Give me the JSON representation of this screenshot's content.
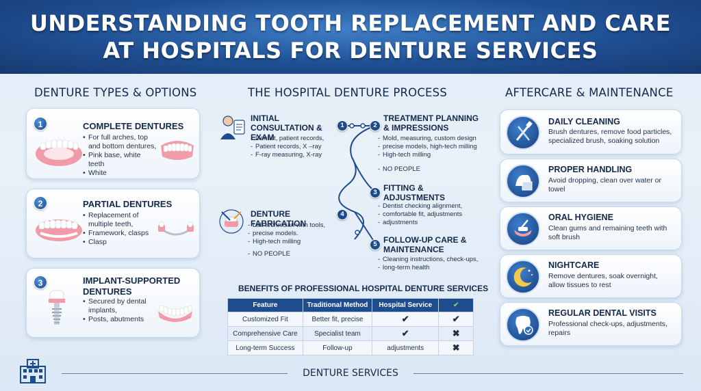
{
  "title": {
    "line1": "UNDERSTANDING TOOTH REPLACEMENT AND CARE",
    "line2": "AT HOSPITALS FOR DENTURE SERVICES"
  },
  "types": {
    "heading": "DENTURE TYPES & OPTIONS",
    "cards": [
      {
        "num": "1",
        "title": "COMPLETE DENTURES",
        "bullets": [
          "For full arches, top and bottom dentures,",
          "Pink base, white teeth",
          "White"
        ]
      },
      {
        "num": "2",
        "title": "PARTIAL DENTURES",
        "bullets": [
          "Replacement of multiple teeth,",
          "Framework, clasps",
          "Clasp"
        ]
      },
      {
        "num": "3",
        "title": "IMPLANT-SUPPORTED DENTURES",
        "bullets": [
          "Secured by dental implants,",
          "Posts, abutments"
        ]
      }
    ]
  },
  "process": {
    "heading": "THE HOSPITAL DENTURE PROCESS",
    "steps": [
      {
        "num": "1",
        "title": "INITIAL CONSULTATION & EXAM",
        "bullets": [
          "Dentist, patient records,",
          "Patient records, X –ray",
          "F-ray measuring, X-ray"
        ]
      },
      {
        "num": "2",
        "title": "TREATMENT PLANNING & IMPRESSIONS",
        "bullets": [
          "Mold, measuring, custom design",
          "precise models, high-tech milling",
          "High-tech milling"
        ],
        "extra": "NO PEOPLE"
      },
      {
        "num": "3",
        "title": "FITTING & ADJUSTMENTS",
        "bullets": [
          "Dentist checking alignment,",
          "comfortable fit, adjustments",
          "adjustments"
        ]
      },
      {
        "num": "4",
        "title": "DENTURE FABRICATION",
        "bullets": [
          "Lab technician with tools,",
          "precise models.",
          "High-tech milling"
        ],
        "extra": "NO PEOPLE"
      },
      {
        "num": "5",
        "title": "FOLLOW-UP CARE & MAINTENANCE",
        "bullets": [
          "Cleaning instructions, check-ups,",
          "long-term health"
        ]
      }
    ]
  },
  "benefits": {
    "heading": "BENEFITS OF PROFESSIONAL HOSPITAL DENTURE SERVICES",
    "headers": [
      "Feature",
      "Traditional Method",
      "Hospital Service",
      "✔"
    ],
    "rows": [
      {
        "feature": "Customized Fit",
        "traditional": "Better fit, precise",
        "hospital": "✔",
        "last": "✔"
      },
      {
        "feature": "Comprehensive Care",
        "traditional": "Specialist team",
        "hospital": "✔",
        "last": "✖"
      },
      {
        "feature": "Long-term Success",
        "traditional": "Follow-up",
        "hospital": "adjustments",
        "last": "✖"
      }
    ]
  },
  "aftercare": {
    "heading": "AFTERCARE & MAINTENANCE",
    "items": [
      {
        "title": "DAILY CLEANING",
        "desc": "Brush dentures, remove food particles, specialized brush, soaking solution",
        "icon": "toothbrush-icon"
      },
      {
        "title": "PROPER HANDLING",
        "desc": "Avoid dropping, clean over water or towel",
        "icon": "hand-towel-icon"
      },
      {
        "title": "ORAL HYGIENE",
        "desc": "Clean gums and remaining teeth with soft brush",
        "icon": "gums-brush-icon"
      },
      {
        "title": "NIGHTCARE",
        "desc": "Remove dentures, soak overnight, allow tissues to rest",
        "icon": "moon-icon"
      },
      {
        "title": "REGULAR DENTAL VISITS",
        "desc": "Professional check-ups, adjustments, repairs",
        "icon": "tooth-check-icon"
      }
    ]
  },
  "footer": {
    "label": "DENTURE SERVICES"
  },
  "colors": {
    "navy": "#1f4c8c",
    "check": "#2ea043",
    "cross": "#d63a3a"
  }
}
